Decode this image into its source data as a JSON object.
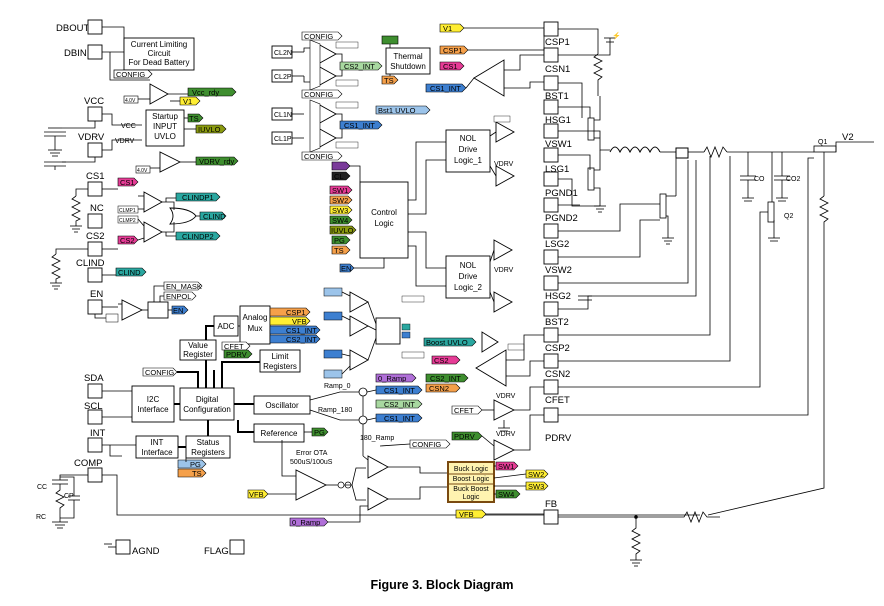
{
  "caption": "Figure 3. Block Diagram",
  "colors": {
    "orange": "#f5a04a",
    "yellow": "#ffee33",
    "pink": "#e63c96",
    "teal": "#2aa7a0",
    "blue": "#3d7fd0",
    "green": "#3e8e2f",
    "purple": "#7a3a9a",
    "lightblue": "#9cc4ea",
    "lightgreen": "#a8d8a0",
    "violet": "#b06fd8",
    "black": "#222222",
    "lavender": "#d9c8ea",
    "logicBox": "#7a4a10",
    "logicFill": "#fff3b0"
  },
  "pins_left": {
    "dbout": "DBOUT",
    "dbin": "DBIN",
    "vcc": "VCC",
    "vdrv": "VDRV",
    "cs1": "CS1",
    "nc": "NC",
    "cs2": "CS2",
    "clind": "CLIND",
    "en": "EN",
    "sda": "SDA",
    "scl": "SCL",
    "int": "INT",
    "comp": "COMP",
    "agnd": "AGND",
    "flag": "FLAG"
  },
  "pins_right": {
    "csp1": "CSP1",
    "csn1": "CSN1",
    "bst1": "BST1",
    "hsg1": "HSG1",
    "vsw1": "VSW1",
    "lsg1": "LSG1",
    "pgnd1": "PGND1",
    "pgnd2": "PGND2",
    "lsg2": "LSG2",
    "vsw2": "VSW2",
    "hsg2": "HSG2",
    "bst2": "BST2",
    "csp2": "CSP2",
    "csn2": "CSN2",
    "cfet": "CFET",
    "pdrv": "PDRV",
    "fb": "FB"
  },
  "blocks": {
    "current_limit": [
      "Current Limiting",
      "Circuit",
      "For Dead Battery"
    ],
    "startup": [
      "Startup",
      "INPUT",
      "UVLO"
    ],
    "thermal": [
      "Thermal",
      "Shutdown"
    ],
    "control": [
      "Control",
      "Logic"
    ],
    "nol1": [
      "NOL",
      "Drive",
      "Logic_1"
    ],
    "nol2": [
      "NOL",
      "Drive",
      "Logic_2"
    ],
    "adc": "ADC",
    "mux": [
      "Analog",
      "Mux"
    ],
    "value_reg": [
      "Value",
      "Register"
    ],
    "limit_reg": [
      "Limit",
      "Registers"
    ],
    "i2c": [
      "I2C",
      "Interface"
    ],
    "digital": [
      "Digital",
      "Configuration"
    ],
    "oscillator": "Oscillator",
    "reference": "Reference",
    "int_iface": [
      "INT",
      "Interface"
    ],
    "status": [
      "Status",
      "Registers"
    ],
    "buck_logic": "Buck Logic",
    "boost_logic": "Boost Logic",
    "bb_logic": [
      "Buck Boost",
      "Logic"
    ]
  },
  "tags": {
    "config": "CONFIG",
    "vcc_rdy": "Vcc_rdy",
    "v1": "V1",
    "ts": "TS",
    "iuvlo": "IUVLO",
    "vdrv_rdy": "VDRV_rdy",
    "cs1": "CS1",
    "clindp1": "CLINDP1",
    "clind": "CLIND",
    "clindp2": "CLINDP2",
    "cs2": "CS2",
    "en_mask": "EN_MASK",
    "enpol": "ENPOL",
    "en": "EN",
    "cl2n": "CL2N",
    "cl2p": "CL2P",
    "cs2_int": "CS2_INT",
    "cl1n": "CL1N",
    "cs1_int": "CS1_INT",
    "cl1p": "CL1P",
    "cl": "CL",
    "sw1": "SW1",
    "sw2": "SW2",
    "sw3": "SW3",
    "sw4": "SW4",
    "pg": "PG",
    "csp1": "CSP1",
    "vfb": "VFB",
    "cfet": "CFET",
    "pdrv": "PDRV",
    "ramp0": "0_Ramp",
    "ramp180": "180_Ramp",
    "csn2": "CSN2",
    "v2": "V2",
    "q1": "Q1",
    "q2": "Q2",
    "co": "CO",
    "co2": "CO2",
    "cc": "CC",
    "cp": "CP",
    "rc": "RC",
    "bst1_uvlo": "Bst1 UVLO",
    "boost_uvlo": "Boost UVLO",
    "vdrv": "VDRV",
    "vcc": "VCC",
    "v4": "4.0V",
    "ramp_0": "Ramp_0",
    "ramp_180": "Ramp_180",
    "error_ota": "Error OTA",
    "ota_gain": "500uS/100uS",
    "clmp1": "CLMP1",
    "clmp2": "CLMP2"
  }
}
